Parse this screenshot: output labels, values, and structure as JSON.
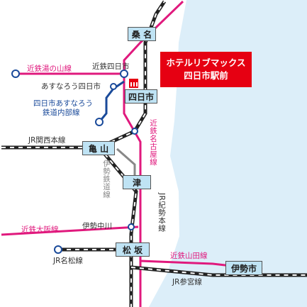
{
  "hotel": {
    "name_line1": "ホテルリブマックス",
    "name_line2": "四日市駅前",
    "brand_color": "#e60012"
  },
  "stations": {
    "kuwana": "桑 名",
    "yokkaichi": "四日市",
    "kameyama": "亀 山",
    "tsu": "津",
    "matsusaka": "松 坂",
    "iseshi": "伊勢市"
  },
  "small_labels": {
    "kintetsu_yokkaichi": "近鉄四日市",
    "asunarou_yokkaichi": "あすなろう四日市",
    "ise_nakagawa": "伊勢中川"
  },
  "lines": {
    "kintetsu_yunoyama": "近鉄湯の山線",
    "asunarou_utsube_1": "四日市あすなろう",
    "asunarou_utsube_2": "鉄道内部線",
    "jr_kansai": "JR関西本線",
    "kintetsu_nagoya": "近鉄名古屋線",
    "ise_railway": "伊勢鉄道線",
    "jr_kisei": "JR紀勢本線",
    "kintetsu_osaka": "近鉄大阪線",
    "jr_meisho": "JR名松線",
    "kintetsu_yamada": "近鉄山田線",
    "jr_sangu": "JR参宮線"
  },
  "colors": {
    "kintetsu": "#e0197d",
    "jr": "#222222",
    "ise_railway": "#888888",
    "asunarou": "#1a4a9a",
    "sea": "#dceef9",
    "station_fill": "#bfe3f4",
    "hotel": "#e60012"
  },
  "icons": [
    "hotel-building-icon",
    "station-dot-icon"
  ]
}
